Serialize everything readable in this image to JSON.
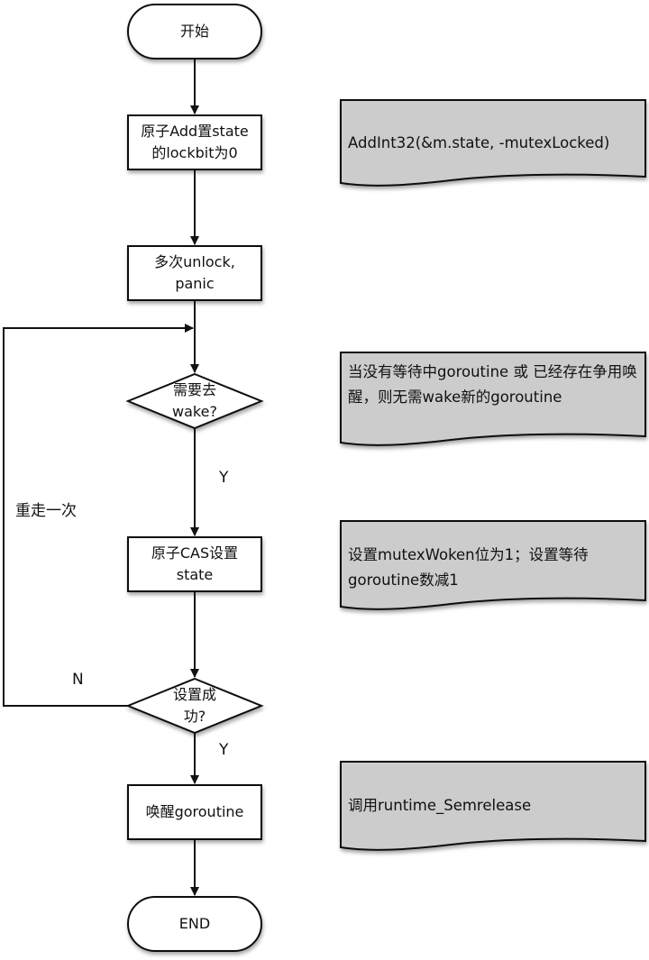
{
  "diagram": {
    "type": "flowchart",
    "nodes": {
      "start": {
        "shape": "terminal",
        "label": "开始"
      },
      "atomic_add": {
        "shape": "process",
        "label": "原子Add置state\n的lockbit为0"
      },
      "unlock_panic": {
        "shape": "process",
        "label": "多次unlock,\npanic"
      },
      "need_wake": {
        "shape": "decision",
        "label": "需要去\nwake?"
      },
      "cas_set": {
        "shape": "process",
        "label": "原子CAS设置\nstate"
      },
      "set_success": {
        "shape": "decision",
        "label": "设置成\n功?"
      },
      "wake_goroutine": {
        "shape": "process",
        "label": "唤醒goroutine"
      },
      "end": {
        "shape": "terminal",
        "label": "END"
      }
    },
    "edges": [
      {
        "from": "start",
        "to": "atomic_add",
        "label": ""
      },
      {
        "from": "atomic_add",
        "to": "unlock_panic",
        "label": ""
      },
      {
        "from": "unlock_panic",
        "to": "need_wake",
        "label": ""
      },
      {
        "from": "need_wake",
        "to": "cas_set",
        "label": "Y"
      },
      {
        "from": "cas_set",
        "to": "set_success",
        "label": ""
      },
      {
        "from": "set_success",
        "to": "wake_goroutine",
        "label": "Y"
      },
      {
        "from": "set_success",
        "to": "need_wake",
        "label": "N"
      },
      {
        "from": "wake_goroutine",
        "to": "end",
        "label": ""
      }
    ],
    "edge_labels": {
      "need_wake_yes": "Y",
      "set_success_yes": "Y",
      "set_success_no": "N",
      "retry": "重走一次"
    },
    "notes": [
      {
        "attached_to": "atomic_add",
        "text": "AddInt32(&m.state, -mutexLocked)"
      },
      {
        "attached_to": "need_wake",
        "text": "当没有等待中goroutine 或 已经存在争用唤醒，则无需wake新的goroutine"
      },
      {
        "attached_to": "cas_set",
        "text": "设置mutexWoken位为1；设置等待goroutine数减1"
      },
      {
        "attached_to": "wake_goroutine",
        "text": "调用runtime_Semrelease"
      }
    ],
    "colors": {
      "stroke": "#111111",
      "node_fill": "#ffffff",
      "note_fill": "#cccccc",
      "background": "#ffffff"
    }
  }
}
